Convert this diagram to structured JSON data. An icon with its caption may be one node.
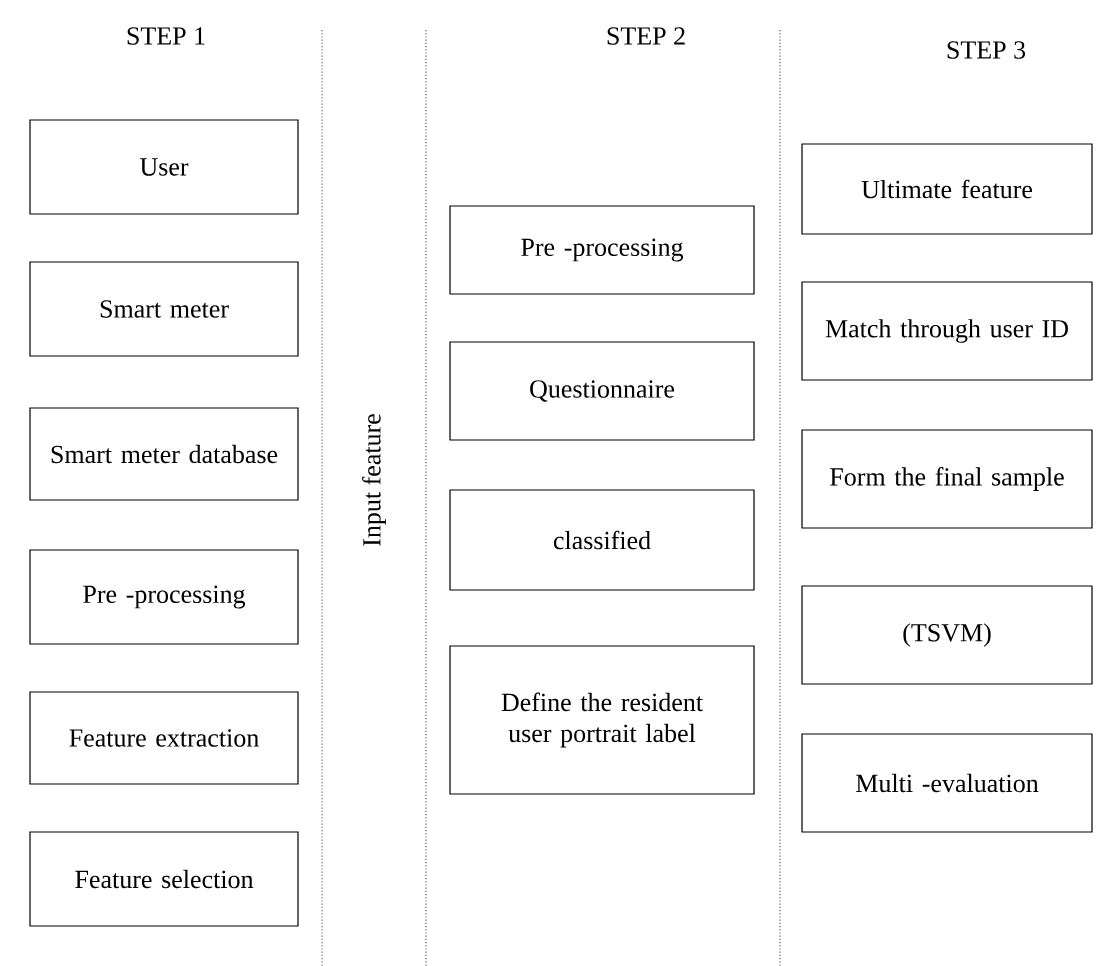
{
  "diagram": {
    "nodes": [
      {
        "text": [
          "User"
        ]
      },
      {
        "text": [
          "Smart meter"
        ]
      },
      {
        "text": [
          "Smart meter database"
        ]
      },
      {
        "text": [
          "Pre -processing"
        ]
      },
      {
        "text": [
          "Feature extraction"
        ]
      },
      {
        "text": [
          "Feature selection"
        ]
      },
      {
        "text": [
          "Pre -processing"
        ]
      },
      {
        "text": [
          "Questionnaire"
        ]
      },
      {
        "text": [
          "classified"
        ]
      },
      {
        "text": [
          "Define the resident user portrait label"
        ]
      },
      {
        "text": [
          "Ultimate feature"
        ]
      },
      {
        "text": [
          "Match through user ID"
        ]
      },
      {
        "text": [
          "Form the final sample"
        ]
      },
      {
        "text": [
          "(TSVM)"
        ]
      },
      {
        "text": [
          "Multi -evaluation"
        ]
      }
    ],
    "labels": [
      "STEP 1",
      "Input feature",
      "STEP 2",
      "STEP 3"
    ]
  }
}
